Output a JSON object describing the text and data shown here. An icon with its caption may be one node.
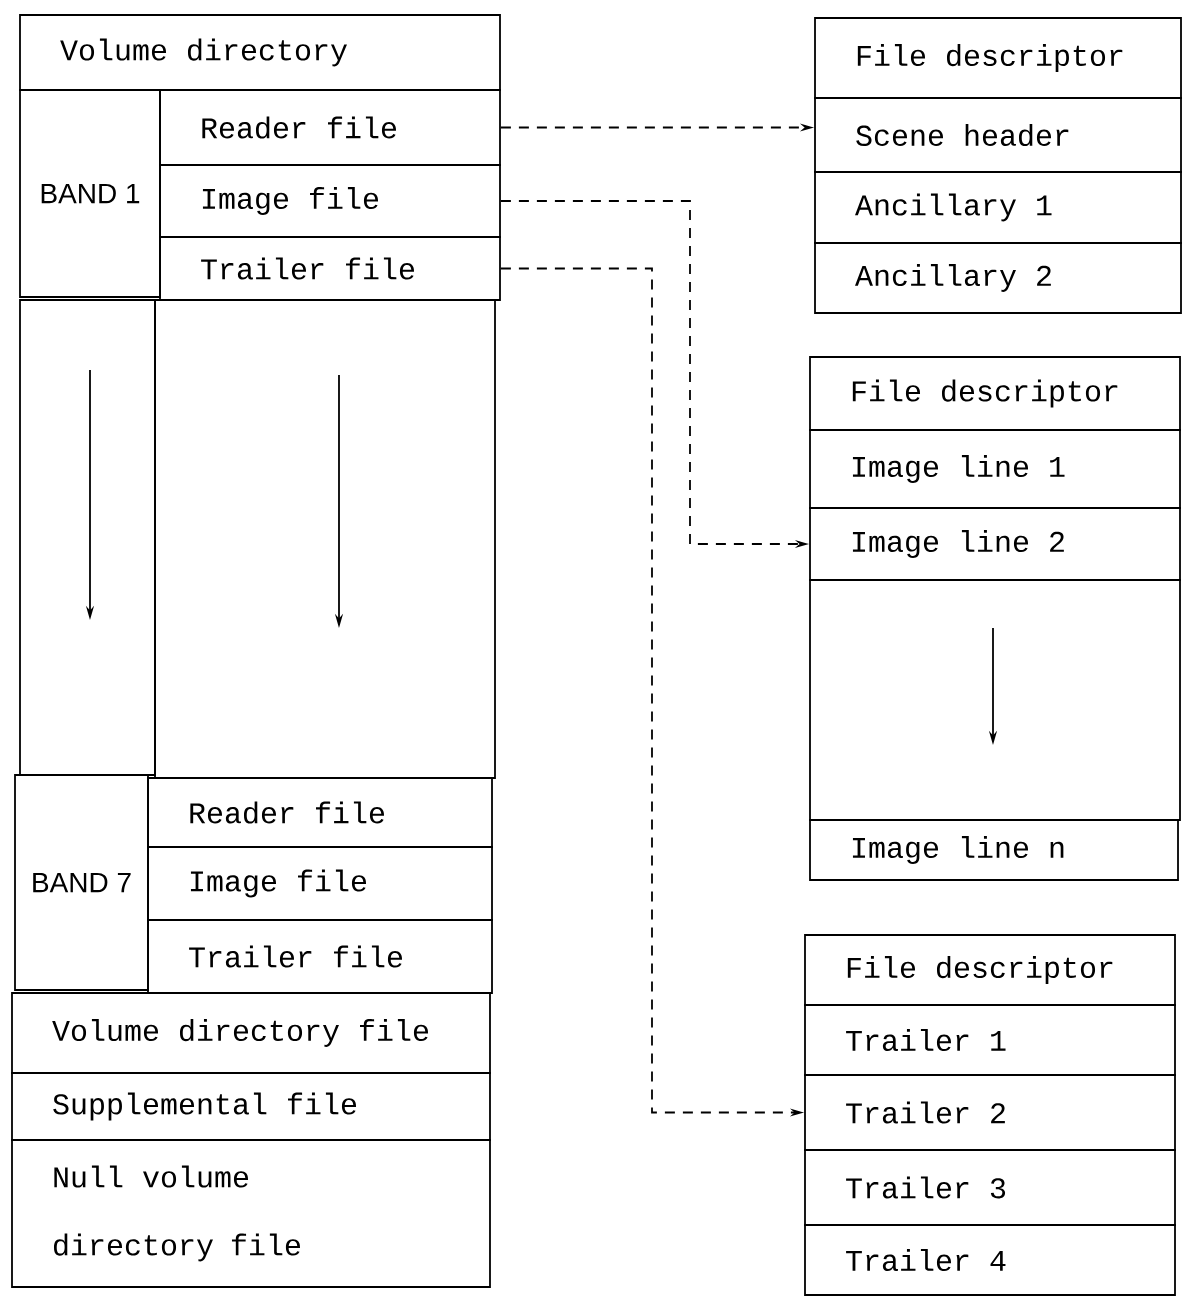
{
  "diagram": {
    "nodes": [
      {
        "text": [
          "Volume directory"
        ]
      },
      {
        "text": [
          "BAND 1"
        ]
      },
      {
        "text": [
          "Reader file"
        ]
      },
      {
        "text": [
          "Image file"
        ]
      },
      {
        "text": [
          "Trailer file"
        ]
      },
      {
        "text": [
          "BAND 7"
        ]
      },
      {
        "text": [
          "Reader file"
        ]
      },
      {
        "text": [
          "Image file"
        ]
      },
      {
        "text": [
          "Trailer file"
        ]
      },
      {
        "text": [
          "Volume directory file"
        ]
      },
      {
        "text": [
          "Supplemental file"
        ]
      },
      {
        "text": [
          "Null volume directory file"
        ]
      },
      {
        "text": [
          "File descriptor"
        ]
      },
      {
        "text": [
          "Scene header"
        ]
      },
      {
        "text": [
          "Ancillary 1"
        ]
      },
      {
        "text": [
          "Ancillary 2"
        ]
      },
      {
        "text": [
          "File descriptor"
        ]
      },
      {
        "text": [
          "Image line 1"
        ]
      },
      {
        "text": [
          "Image line 2"
        ]
      },
      {
        "text": [
          "Image line n"
        ]
      },
      {
        "text": [
          "File descriptor"
        ]
      },
      {
        "text": [
          "Trailer 1"
        ]
      },
      {
        "text": [
          "Trailer 2"
        ]
      },
      {
        "text": [
          "Trailer 3"
        ]
      },
      {
        "text": [
          "Trailer 4"
        ]
      }
    ],
    "edges": [
      {
        "from": 2,
        "to": 13,
        "arrow": "to",
        "style": "dashed"
      },
      {
        "from": 3,
        "to": 18,
        "arrow": "to",
        "style": "dashed"
      },
      {
        "from": 4,
        "to": 22,
        "arrow": "to",
        "style": "dashed"
      }
    ]
  }
}
